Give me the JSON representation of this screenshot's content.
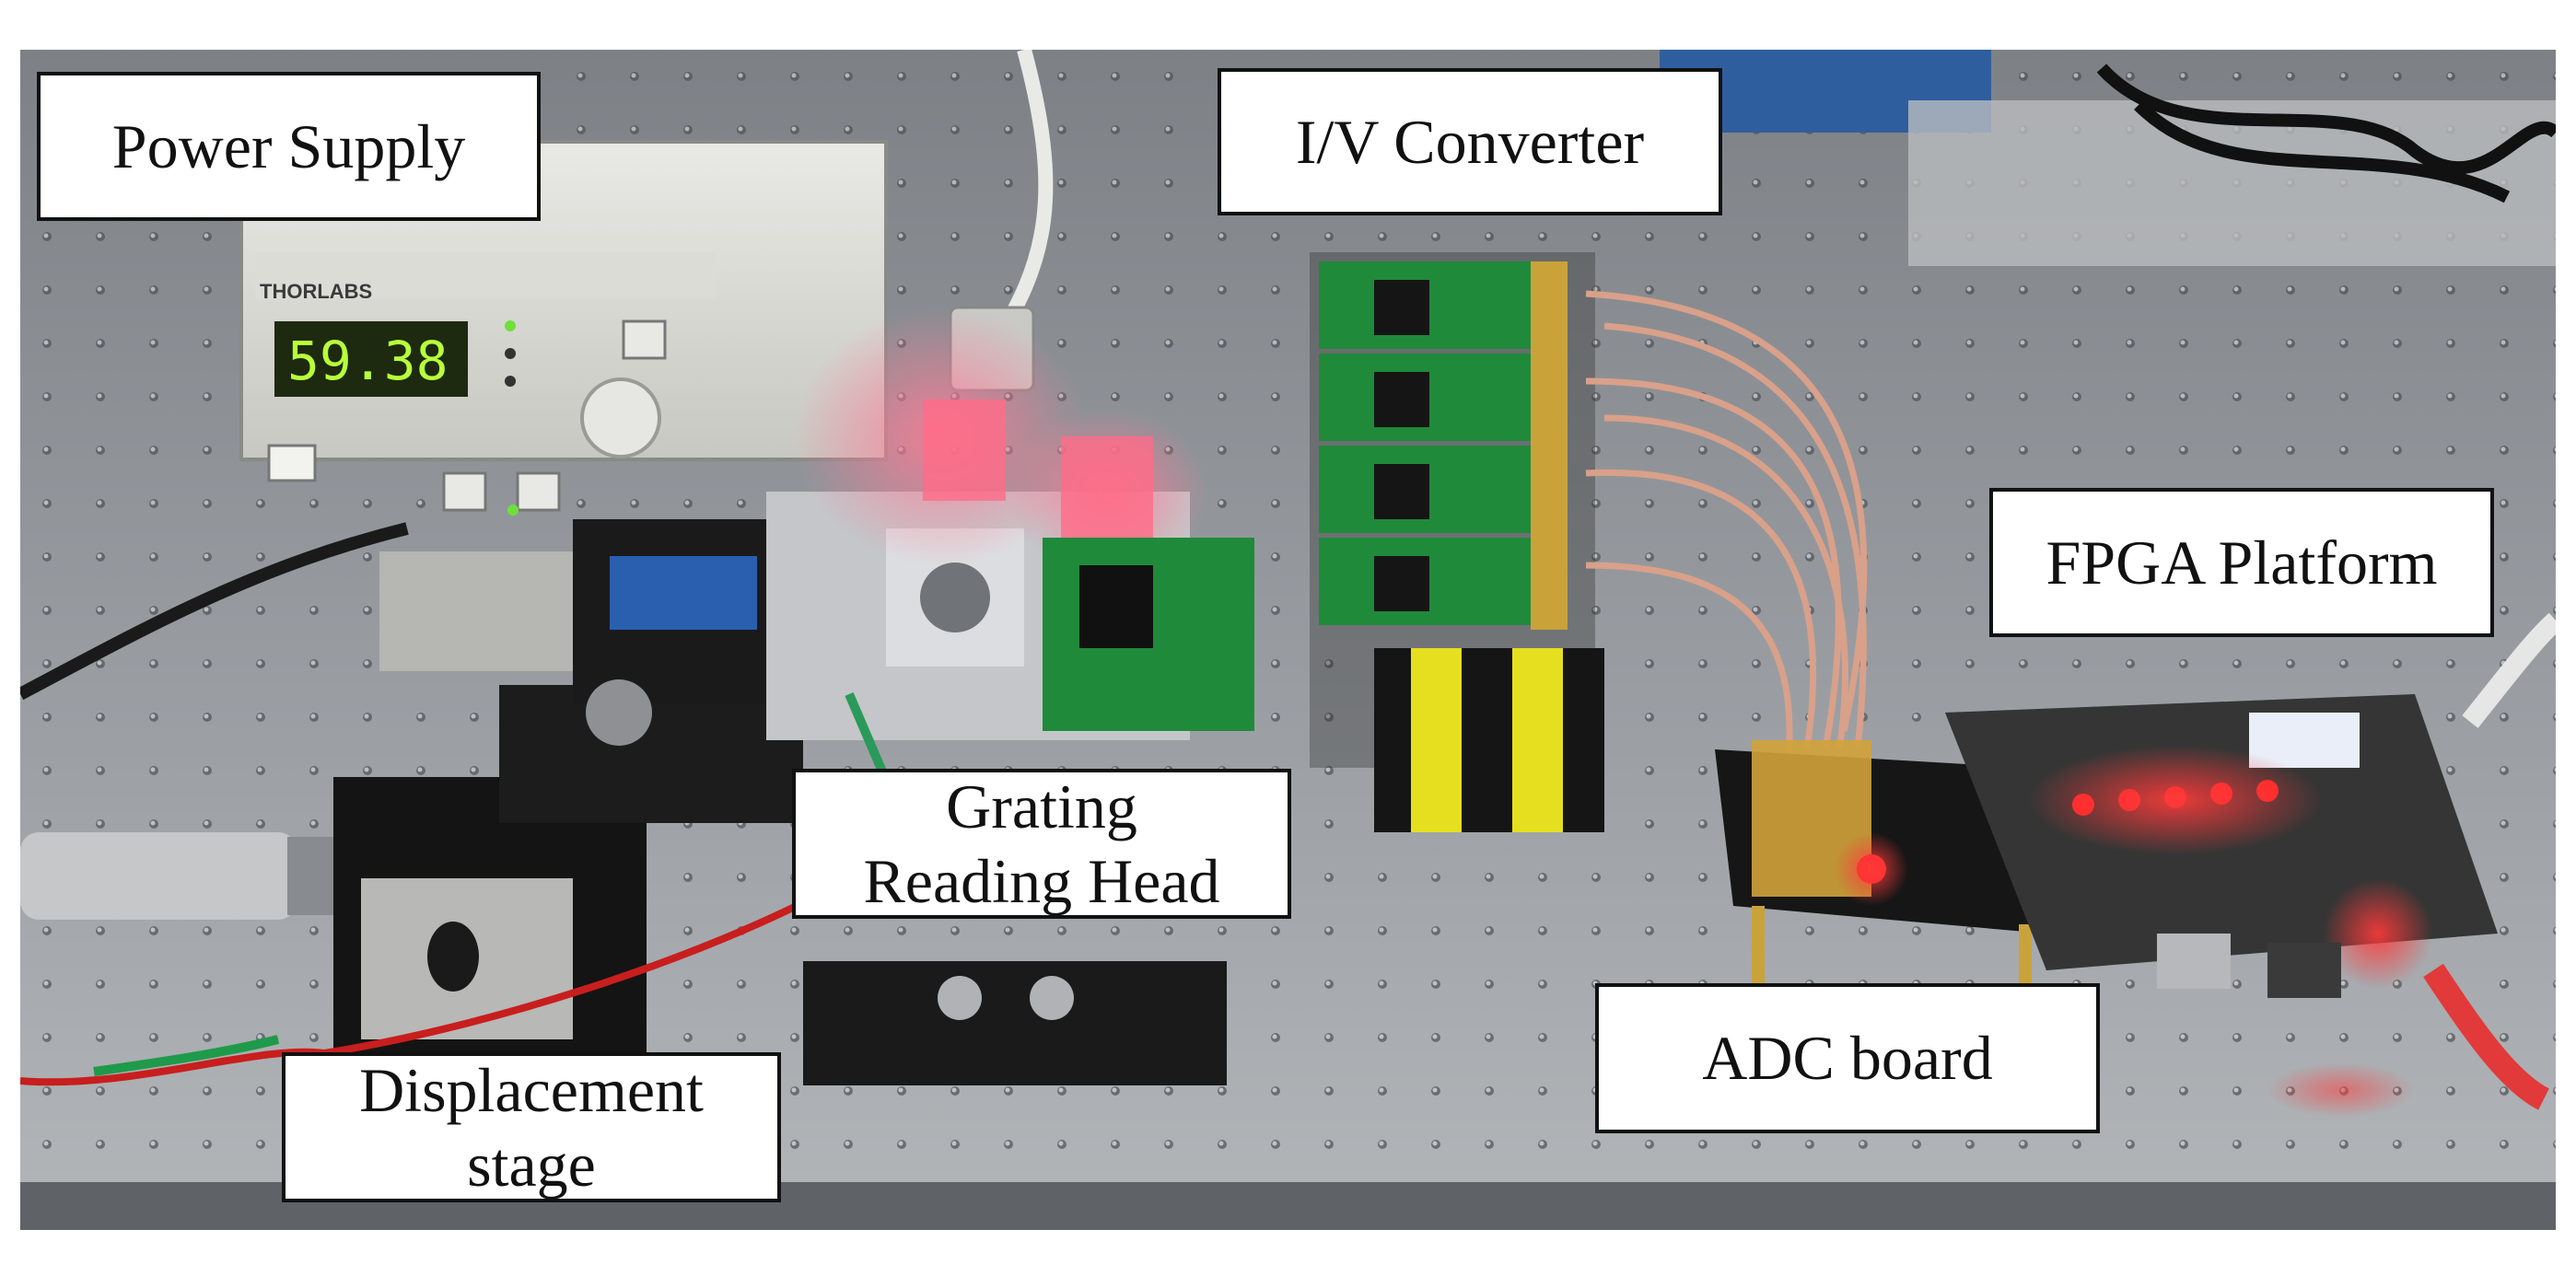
{
  "image": {
    "alt": "Experimental setup photo on an optical table",
    "colors": {
      "table": "#8f949a",
      "pcb_green": "#1f8a3a",
      "housing_black": "#141414",
      "led_red": "#ff2a2a",
      "laser_pink": "#ff5c7a"
    }
  },
  "labels": {
    "power_supply": "Power Supply",
    "iv_converter": "I/V Converter",
    "fpga_platform": "FPGA Platform",
    "grating_reading_head": "Grating\nReading Head",
    "adc_board": "ADC board",
    "displacement_stage": "Displacement\nstage"
  },
  "instrument": {
    "display_value": "59.38",
    "brand": "THORLABS"
  }
}
